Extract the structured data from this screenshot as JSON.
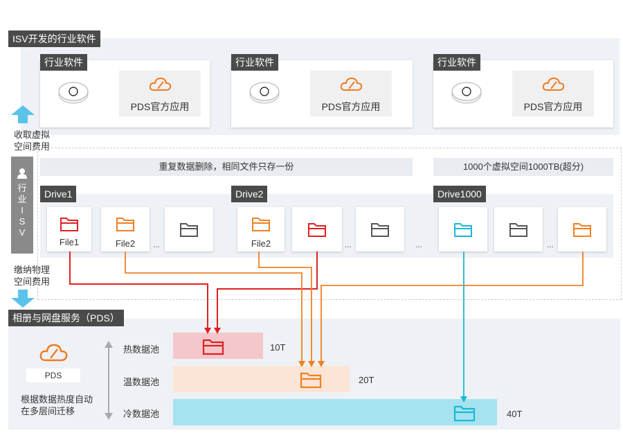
{
  "isv_header": "ISV开发的行业软件",
  "software_cards": [
    {
      "title": "行业软件",
      "pds_label": "PDS官方应用"
    },
    {
      "title": "行业软件",
      "pds_label": "PDS官方应用"
    },
    {
      "title": "行业软件",
      "pds_label": "PDS官方应用"
    }
  ],
  "left_labels": {
    "collect_fee": [
      "收取虚拟",
      "空间费用"
    ],
    "pay_fee": [
      "缴纳物理",
      "空间费用"
    ],
    "isv_vertical": [
      "行",
      "业",
      "I",
      "S",
      "V"
    ]
  },
  "dedup_text": "重复数据删除，相同文件只存一份",
  "virtual_space_text": "1000个虚拟空间1000TB(超分)",
  "drives": [
    {
      "name": "Drive1",
      "files": [
        "File1",
        "File2"
      ],
      "more": "..."
    },
    {
      "name": "Drive2",
      "files": [
        "",
        "File2"
      ],
      "more": "..."
    },
    {
      "name": "Drive1000",
      "files": [
        "",
        ""
      ],
      "more": "..."
    }
  ],
  "between_drives_more": "...",
  "pds_section_header": "相册与网盘服务（PDS）",
  "pds_badge": "PDS",
  "tiering_text": [
    "根据数据热度自动",
    "在多层间迁移"
  ],
  "pools": [
    {
      "label": "热数据池",
      "capacity": "10T",
      "color": "#f4c7cb"
    },
    {
      "label": "温数据池",
      "capacity": "20T",
      "color": "#fbe5d6"
    },
    {
      "label": "冷数据池",
      "capacity": "40T",
      "color": "#a6e3ef"
    }
  ],
  "colors": {
    "red": "#e02020",
    "orange": "#f08020",
    "cyan": "#18b8d8",
    "gray": "#555555",
    "arrow_blue": "#5bc3e8"
  }
}
